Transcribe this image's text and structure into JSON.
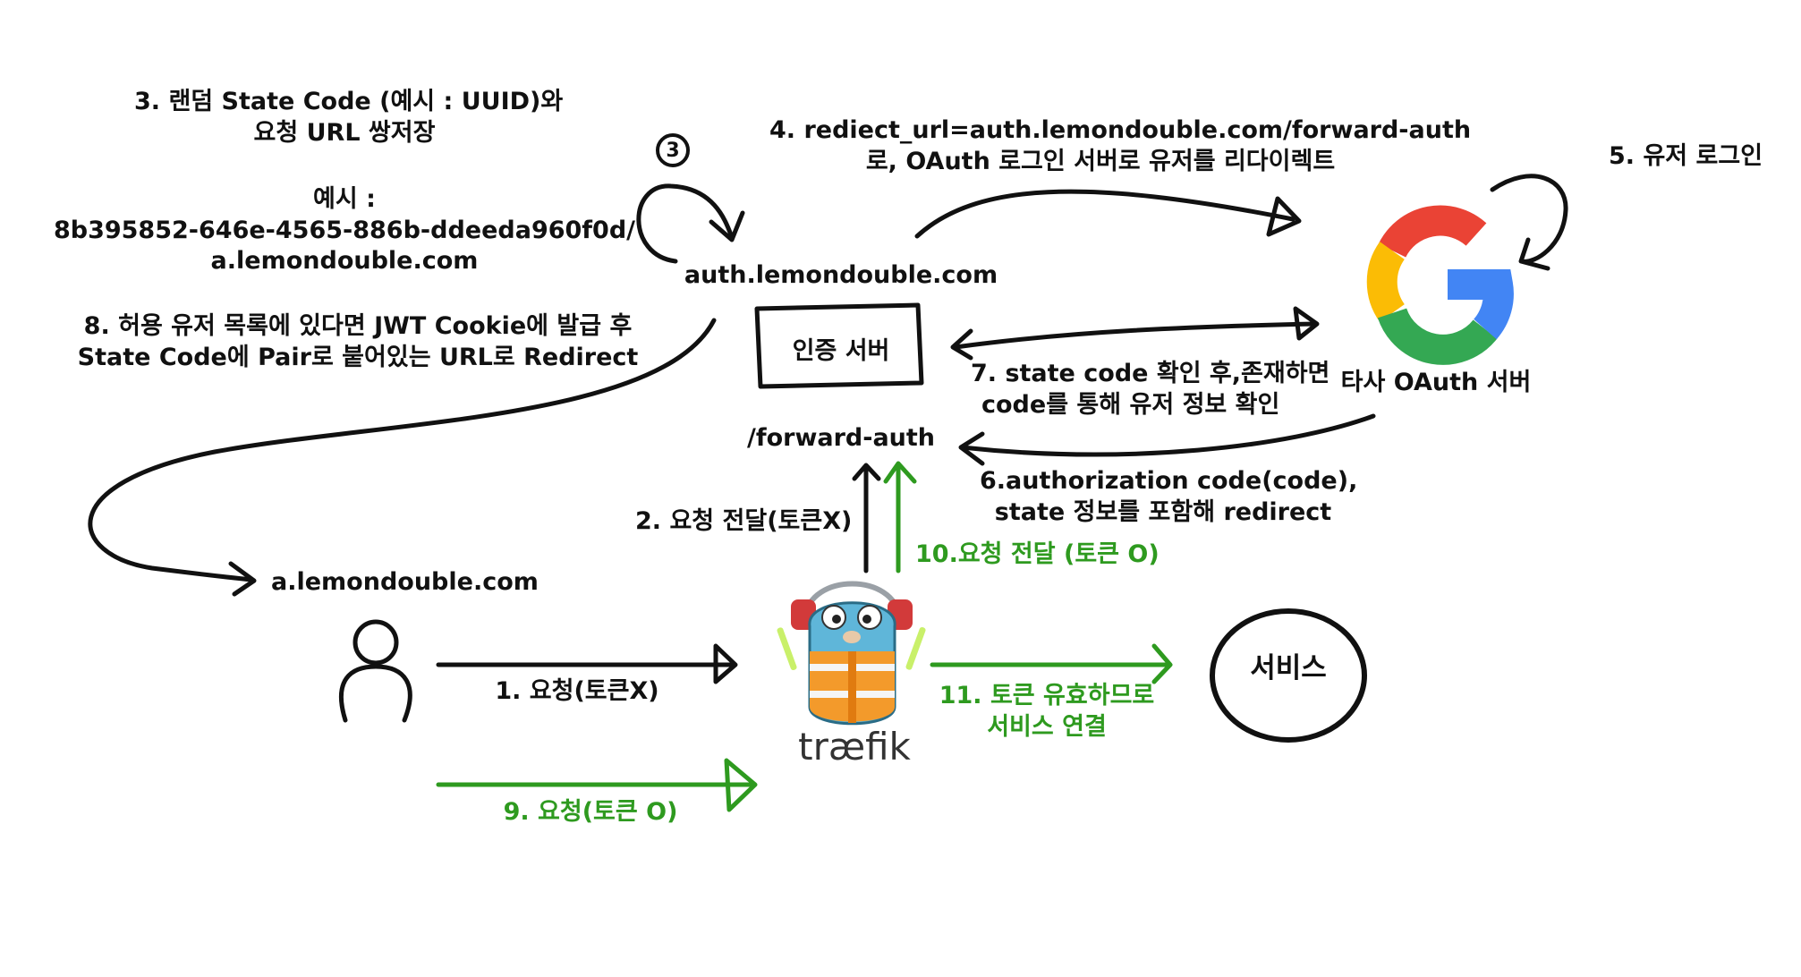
{
  "colors": {
    "ink": "#111111",
    "flow_green": "#2e9a1f",
    "google_blue": "#4285F4",
    "google_red": "#EA4335",
    "google_yellow": "#FBBC05",
    "google_green": "#34A853",
    "gopher_body": "#5fb6d9",
    "vest_orange": "#f39a2b"
  },
  "icons": {
    "user": "person-outline-icon",
    "provider": "google-g-logo",
    "proxy": "traefik-gopher-mascot",
    "loop": "circular-arrow-icon"
  },
  "labels": {
    "step3_line1": "3. 랜덤 State Code (예시 : UUID)와",
    "step3_line2": "요청 URL 쌍저장",
    "example_title": "예시 :",
    "example_line1": "8b395852-646e-4565-886b-ddeeda960f0d/",
    "example_line2": "a.lemondouble.com",
    "step3_badge": "3",
    "step4_line1": "4. rediect_url=auth.lemondouble.com/forward-auth",
    "step4_line2": "로, OAuth 로그인 서버로 유저를 리다이렉트",
    "step5": "5. 유저 로그인",
    "auth_host": "auth.lemondouble.com",
    "auth_server": "인증 서버",
    "forward_auth": "/forward-auth",
    "provider_label": "타사 OAuth 서버",
    "step8_line1": "8. 허용 유저 목록에 있다면 JWT Cookie에 발급 후",
    "step8_line2": "State Code에 Pair로 붙어있는 URL로 Redirect",
    "step7_line1": "7. state code 확인 후,존재하면",
    "step7_line2": "code를 통해 유저 정보 확인",
    "step6_line1": "6.authorization code(code),",
    "step6_line2": "state 정보를 포함해 redirect",
    "step2": "2. 요청 전달(토큰X)",
    "step10": "10.요청 전달 (토큰 O)",
    "client_host": "a.lemondouble.com",
    "step1": "1. 요청(토큰X)",
    "traefik_word": "træfik",
    "step11_line1": "11. 토큰 유효하므로",
    "step11_line2": "서비스 연결",
    "service": "서비스",
    "step9": "9. 요청(토큰 O)"
  }
}
